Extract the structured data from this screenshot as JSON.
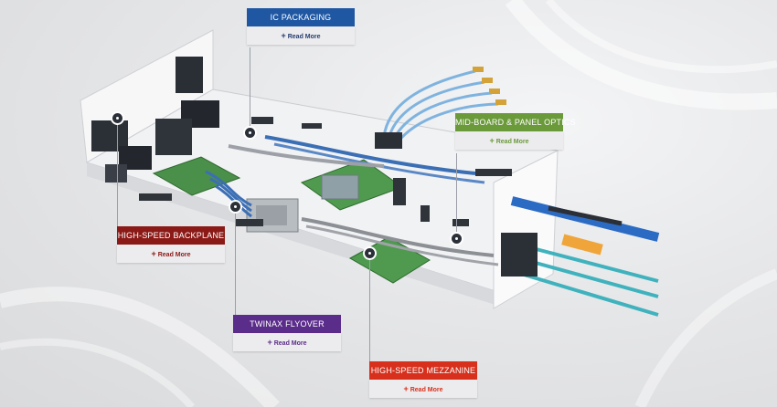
{
  "callouts": {
    "ic_packaging": {
      "title": "IC PACKAGING",
      "more": "Read More",
      "color": "#1f57a3"
    },
    "mid_board": {
      "title": "MID-BOARD & PANEL OPTICS",
      "more": "Read More",
      "color": "#6a9a3a"
    },
    "backplane": {
      "title": "HIGH-SPEED BACKPLANE",
      "more": "Read More",
      "color": "#8b1a17"
    },
    "twinax": {
      "title": "TWINAX FLYOVER",
      "more": "Read More",
      "color": "#5b2d8a"
    },
    "mezzanine": {
      "title": "HIGH-SPEED MEZZANINE",
      "more": "Read More",
      "color": "#d7301c"
    }
  },
  "icons": {
    "plus": "plus-icon",
    "hotspot": "hotspot-marker-icon"
  },
  "colors": {
    "link": "#253d6f",
    "pcb": "#f2f3f5",
    "green_board": "#4a8f4a",
    "cable_blue": "#3b6fb5",
    "cable_teal": "#4bb8c2"
  }
}
